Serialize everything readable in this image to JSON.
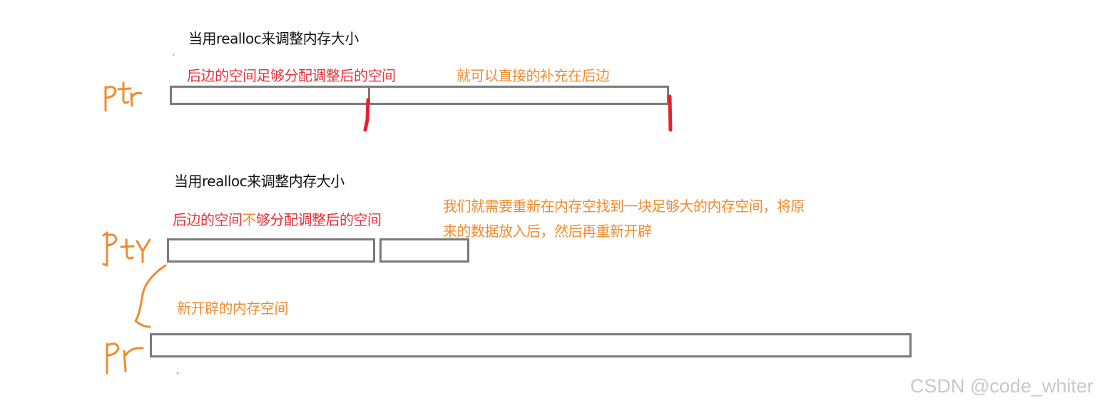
{
  "section1": {
    "title": "当用realloc来调整内存大小",
    "note_red": "后边的空间足够分配调整后的空间",
    "note_orange": "就可以直接的补充在后边",
    "ptr_label": "Ptr"
  },
  "section2": {
    "title": "当用realloc来调整内存大小",
    "note_red_a": "后边的空间",
    "note_red_b": "不",
    "note_red_c": "够分配调整后的空间",
    "note_orange_line1": "我们就需要重新在内存空找到一块足够大的内存空间，将原",
    "note_orange_line2": "来的数据放入后，然后再重新开辟",
    "ptr_label": "Ptr",
    "new_space_label": "新开辟的内存空间",
    "ptr2_label": "Pr"
  },
  "watermark": "CSDN @code_whiter",
  "colors": {
    "box_border": "#7a7a7a",
    "red": "#e8303a",
    "orange": "#f28a2e",
    "text": "#111111",
    "watermark": "#c8c8c8"
  }
}
